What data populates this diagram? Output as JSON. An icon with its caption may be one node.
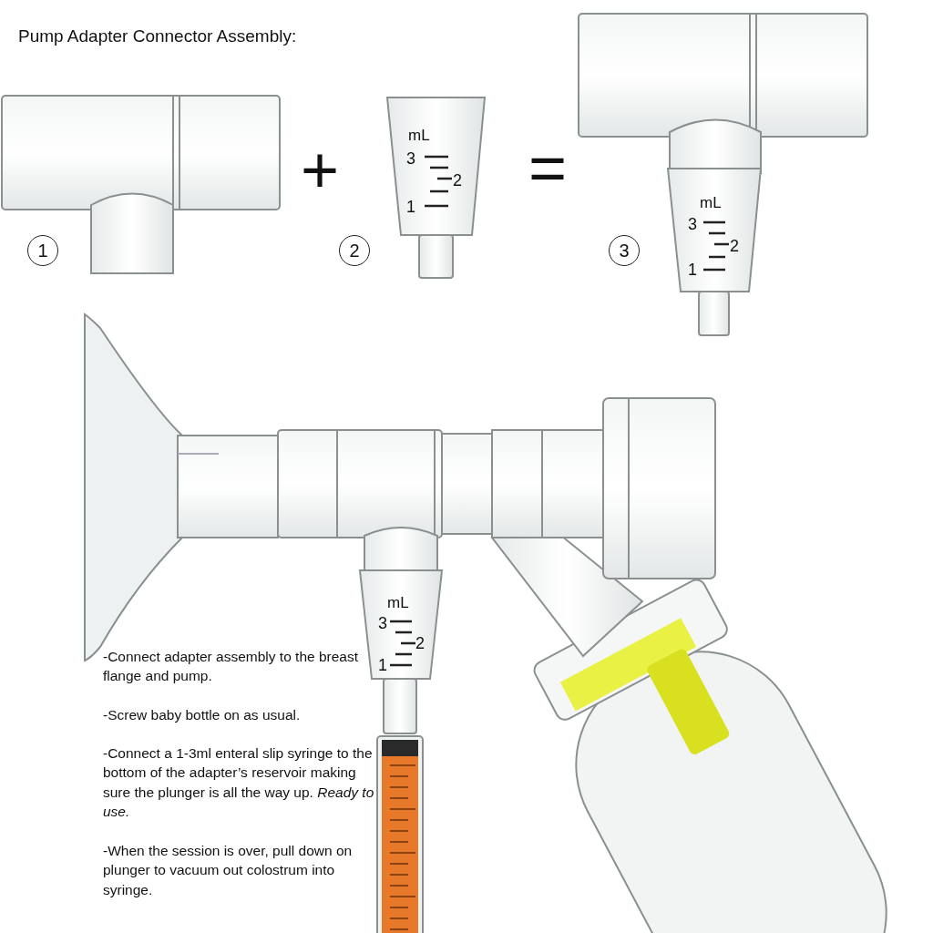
{
  "diagram": {
    "title": "Pump Adapter Connector Assembly:",
    "labels": [
      "1",
      "+",
      "mL",
      "3",
      "2",
      "1",
      "2",
      "=",
      "mL",
      "3",
      "2",
      "1",
      "3",
      "mL",
      "3",
      "2",
      "1",
      "-Connect adapter assembly to the breast flange and pump.",
      "-Screw baby bottle on as usual.",
      "-Connect a 1-3ml enteral slip syringe to the bottom of the adapter’s reservoir making sure the plunger is all the way up. *Ready to use.*",
      "-When the session is over, pull down on plunger to vacuum out colostrum into syringe."
    ]
  }
}
